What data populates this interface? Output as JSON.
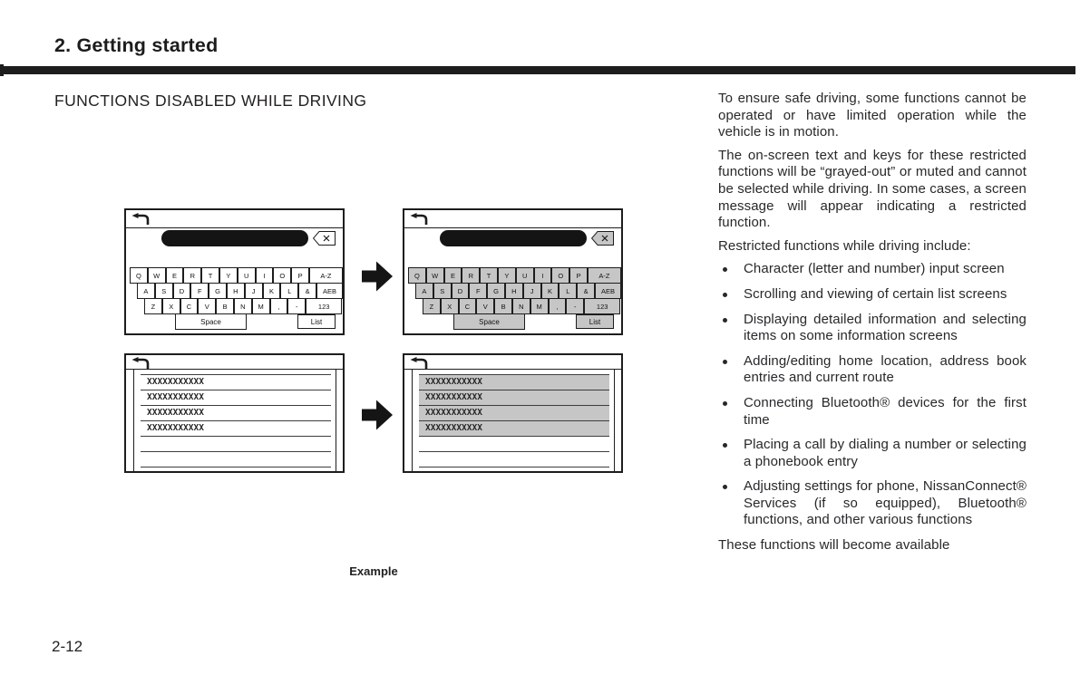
{
  "page": {
    "chapter_title": "2. Getting started",
    "section_title": "FUNCTIONS DISABLED WHILE DRIVING",
    "figure_caption": "Example",
    "page_number": "2-12"
  },
  "screens": {
    "keyboard_rows": [
      [
        "Q",
        "W",
        "E",
        "R",
        "T",
        "Y",
        "U",
        "I",
        "O",
        "P",
        "A-Z"
      ],
      [
        "A",
        "S",
        "D",
        "F",
        "G",
        "H",
        "J",
        "K",
        "L",
        "&",
        "AEB"
      ],
      [
        "Z",
        "X",
        "C",
        "V",
        "B",
        "N",
        "M",
        ",",
        "-",
        "123"
      ]
    ],
    "space_label": "Space",
    "list_label": "List",
    "delete_label": "x",
    "list_rows": [
      "XXXXXXXXXXX",
      "XXXXXXXXXXX",
      "XXXXXXXXXXX",
      "XXXXXXXXXXX"
    ],
    "empty_rows": 2
  },
  "article": {
    "paragraphs": [
      "To ensure safe driving, some functions cannot be operated or have limited operation while the vehicle is in motion.",
      "The on-screen text and keys for these restricted functions will be “grayed-out” or muted and cannot be selected while driving. In some cases, a screen message will appear indicating a restricted function.",
      "Restricted functions while driving include:"
    ],
    "bullets": [
      "Character (letter and number) input screen",
      "Scrolling and viewing of certain list screens",
      "Displaying detailed information and selecting items on some information screens",
      "Adding/editing home location, address book entries and current route",
      "Connecting Bluetooth® devices for the first time",
      "Placing a call by dialing a number or selecting a phonebook entry",
      "Adjusting settings for phone, NissanConnect® Services (if so equipped), Bluetooth® functions, and other various functions"
    ],
    "closing": "These functions will become available"
  },
  "colors": {
    "ink": "#29272a",
    "disabled_gray": "#c6c6c6"
  }
}
